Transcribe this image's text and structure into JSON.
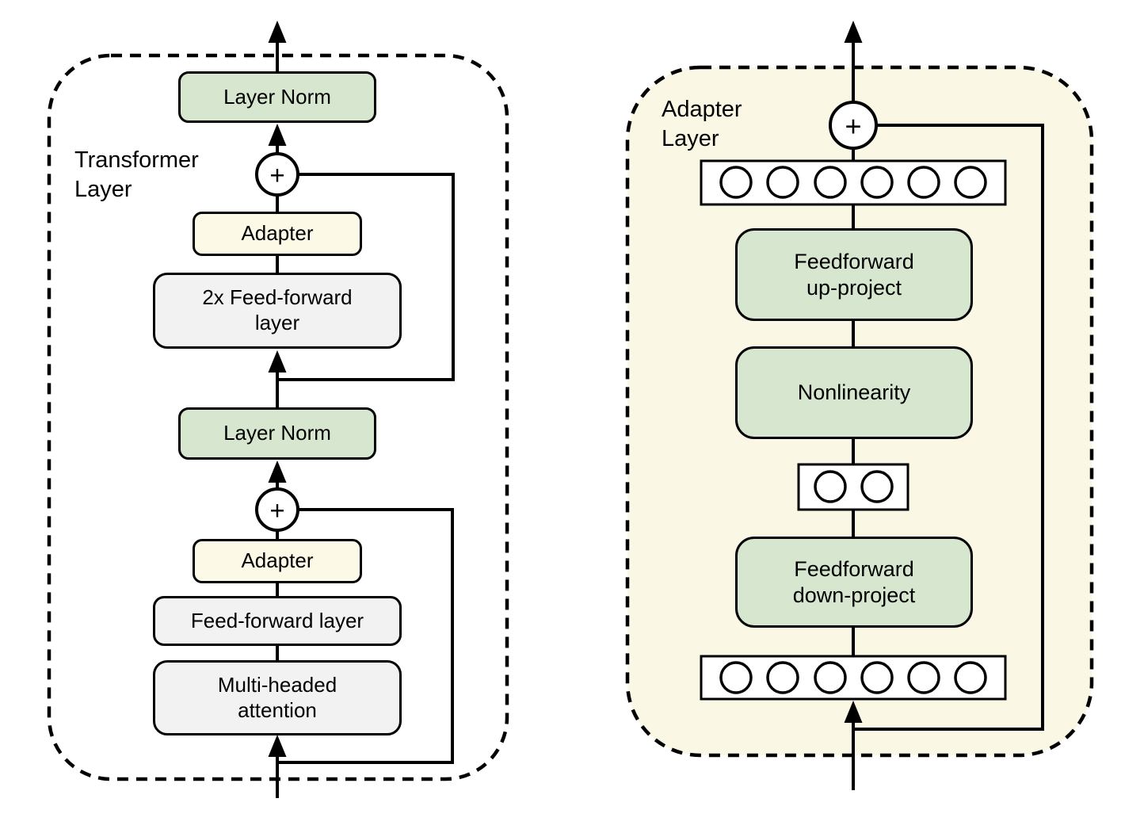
{
  "left_panel": {
    "label": "Transformer\nLayer",
    "layer_norm_top": "Layer Norm",
    "plus_top": "+",
    "adapter_top": "Adapter",
    "feed_forward_2x": "2x Feed-forward\nlayer",
    "layer_norm_bottom": "Layer Norm",
    "plus_bottom": "+",
    "adapter_bottom": "Adapter",
    "feed_forward": "Feed-forward layer",
    "attention": "Multi-headed\nattention"
  },
  "right_panel": {
    "label": "Adapter\nLayer",
    "plus": "+",
    "feedforward_up": "Feedforward\nup-project",
    "nonlinearity": "Nonlinearity",
    "feedforward_down": "Feedforward\ndown-project"
  },
  "colors": {
    "green": "#d7e7cf",
    "gray": "#f2f2f2",
    "cream_box": "#fcf9e6",
    "panel_bg": "#faf7e4",
    "line": "#000000"
  }
}
